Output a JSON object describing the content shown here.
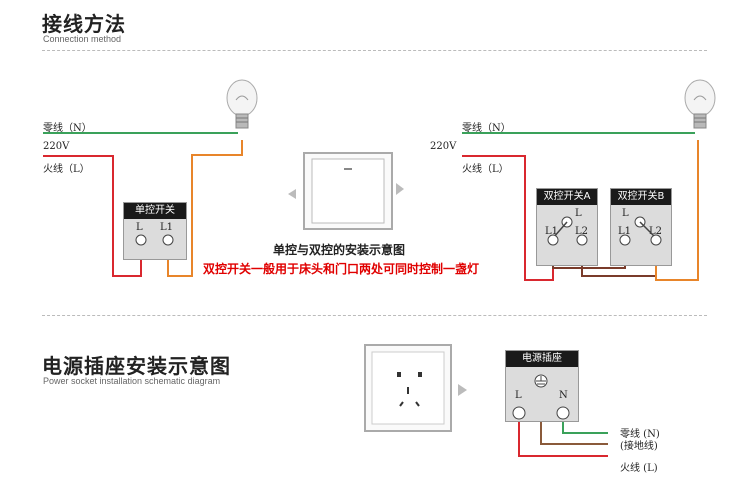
{
  "section1": {
    "title": "接线方法",
    "subtitle": "Connection method"
  },
  "wiring": {
    "left": {
      "neutral": "零线（N）",
      "voltage": "220V",
      "live": "火线（L）",
      "switch_title": "单控开关",
      "t_l": "L",
      "t_l1": "L1"
    },
    "right": {
      "neutral": "零线（N）",
      "voltage": "220V",
      "live": "火线（L）",
      "switch_a": "双控开关A",
      "switch_b": "双控开关B",
      "t_l": "L",
      "t_l1": "L1",
      "t_l2": "L2"
    },
    "caption_main": "单控与双控的安装示意图",
    "caption_red": "双控开关一般用于床头和门口两处可同时控制一盏灯"
  },
  "section2": {
    "title": "电源插座安装示意图",
    "subtitle": "Power socket installation schematic diagram"
  },
  "socket": {
    "box_title": "电源插座",
    "t_l": "L",
    "t_n": "N",
    "neutral": "零线 (N)",
    "ground": "(接地线)",
    "live": "火线 (L)"
  },
  "colors": {
    "neutral": "#3aa15a",
    "live": "#d9282f",
    "switched": "#e8852a",
    "traveler": "#7a3b2a",
    "ground": "#8a5a3a"
  }
}
